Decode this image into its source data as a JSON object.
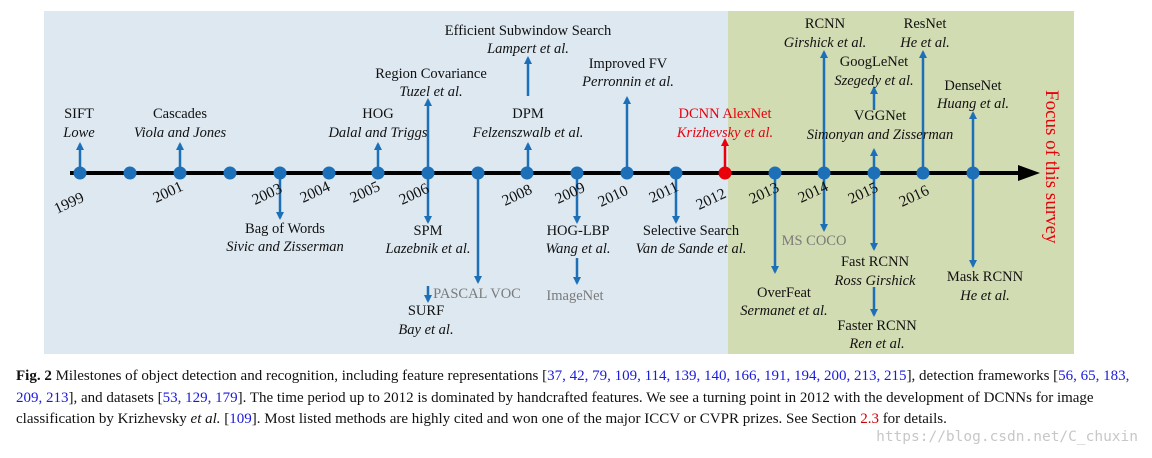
{
  "colors": {
    "blue_panel": "#dde8f1",
    "green_panel": "#d2dcb3",
    "marker_blue": "#1d6fb8",
    "accent_red": "#e8000b",
    "axis_black": "#000000"
  },
  "timeline": {
    "side_label": "Focus of this survey",
    "years": [
      {
        "text": "1999"
      },
      {
        "text": "2001"
      },
      {
        "text": "2003"
      },
      {
        "text": "2004"
      },
      {
        "text": "2005"
      },
      {
        "text": "2006"
      },
      {
        "text": "2008"
      },
      {
        "text": "2009"
      },
      {
        "text": "2010"
      },
      {
        "text": "2011"
      },
      {
        "text": "2012",
        "highlight": true
      },
      {
        "text": "2013"
      },
      {
        "text": "2014"
      },
      {
        "text": "2015"
      },
      {
        "text": "2016"
      }
    ],
    "milestones": [
      {
        "name": "SIFT",
        "author": "Lowe"
      },
      {
        "name": "Cascades",
        "author": "Viola and Jones"
      },
      {
        "name": "HOG",
        "author": "Dalal and Triggs"
      },
      {
        "name": "Region Covariance",
        "author": "Tuzel et al."
      },
      {
        "name": "Efficient Subwindow Search",
        "author": "Lampert et al."
      },
      {
        "name": "DPM",
        "author": "Felzenszwalb et al."
      },
      {
        "name": "Improved FV",
        "author": "Perronnin et al."
      },
      {
        "name": "DCNN AlexNet",
        "author": "Krizhevsky et al.",
        "highlight": true
      },
      {
        "name": "RCNN",
        "author": "Girshick et al."
      },
      {
        "name": "ResNet",
        "author": "He et al."
      },
      {
        "name": "GoogLeNet",
        "author": "Szegedy et al."
      },
      {
        "name": "DenseNet",
        "author": "Huang et al."
      },
      {
        "name": "VGGNet",
        "author": "Simonyan and Zisserman"
      },
      {
        "name": "Bag of Words",
        "author": "Sivic and Zisserman"
      },
      {
        "name": "SPM",
        "author": "Lazebnik et al."
      },
      {
        "name": "SURF",
        "author": "Bay et al."
      },
      {
        "name": "HOG-LBP",
        "author": "Wang et al."
      },
      {
        "name": "Selective Search",
        "author": "Van de Sande et al."
      },
      {
        "name": "OverFeat",
        "author": "Sermanet et al."
      },
      {
        "name": "Fast RCNN",
        "author": "Ross Girshick"
      },
      {
        "name": "Faster RCNN",
        "author": "Ren et al."
      },
      {
        "name": "Mask RCNN",
        "author": "He et al."
      }
    ],
    "datasets": [
      "PASCAL VOC",
      "ImageNet",
      "MS COCO"
    ]
  },
  "caption": {
    "label": "Fig. 2",
    "t1": "  Milestones of object detection and recognition, including feature representations [",
    "r1": "37, 42, 79, 109, 114, 139, 140, 166, 191, 194, 200, 213, 215",
    "t2": "], detection frameworks [",
    "r2": "56, 65, 183, 209, 213",
    "t3": "], and datasets [",
    "r3": "53, 129, 179",
    "t4": "]. The time period up to 2012 is dominated by handcrafted features. We see a turning point in 2012 with the development of DCNNs for image classification by Krizhevsky ",
    "etal": "et al.",
    "t5": " [",
    "r4": "109",
    "t6": "]. Most listed methods are highly cited and won one of the major ICCV or CVPR prizes. See Section ",
    "sec": "2.3",
    "t7": " for details."
  },
  "watermark": "https://blog.csdn.net/C_chuxin"
}
